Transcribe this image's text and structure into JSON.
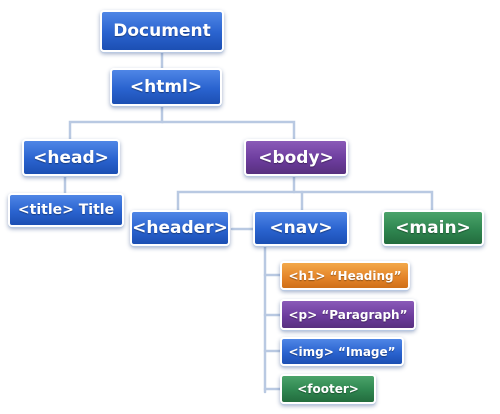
{
  "nodes": {
    "document": "Document",
    "html": "<html>",
    "head": "<head>",
    "title": "<title> Title",
    "body": "<body>",
    "header": "<header>",
    "nav": "<nav>",
    "main": "<main>",
    "h1": "<h1> “Heading”",
    "p": "<p> “Paragraph”",
    "img": "<img> “Image”",
    "footer": "<footer>"
  },
  "colors": {
    "blue": "#2a63cf",
    "purple": "#6d3d9e",
    "green": "#2f8650",
    "orange": "#e5862a",
    "connector": "#b9c9e2"
  }
}
